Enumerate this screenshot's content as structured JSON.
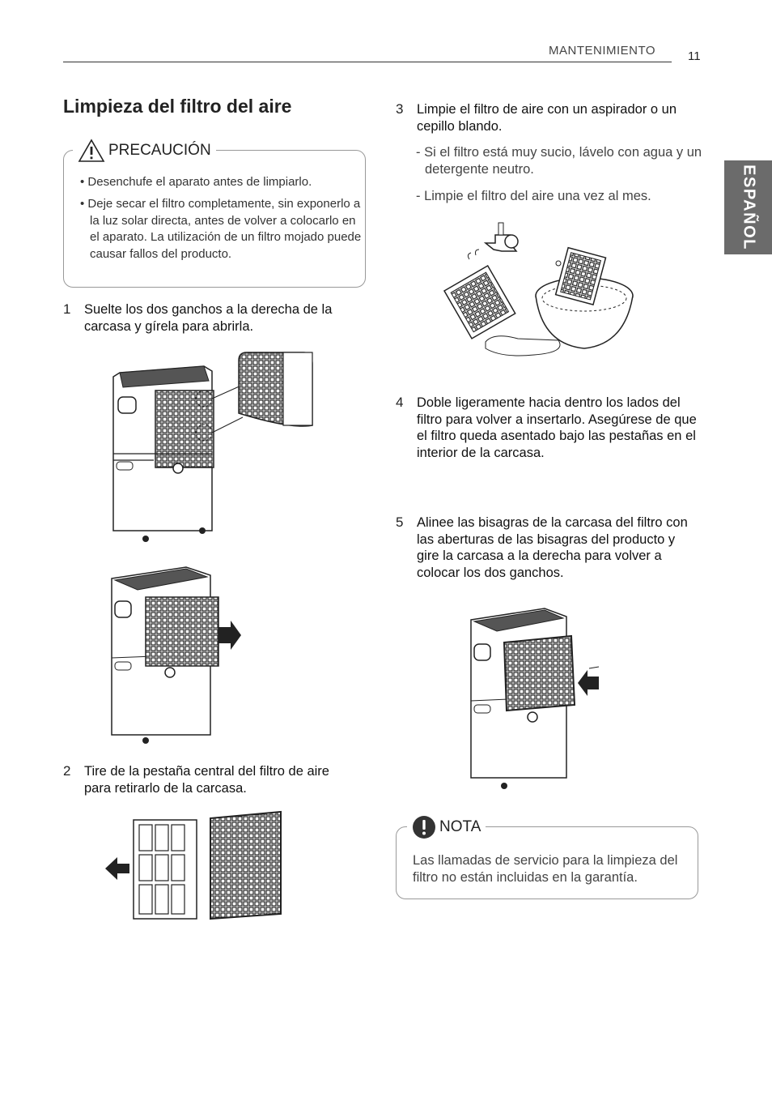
{
  "header": {
    "section": "MANTENIMIENTO",
    "page_number": "11"
  },
  "side_tab": {
    "label": "ESPAÑOL"
  },
  "title": "Limpieza del filtro del aire",
  "caution": {
    "label": "PRECAUCIÓN",
    "items": [
      "• Desenchufe el aparato antes de limpiarlo.",
      "• Deje secar el filtro completamente, sin exponerlo a la luz solar directa, antes de volver a colocarlo en el aparato. La utilización de un filtro mojado puede causar fallos del producto."
    ]
  },
  "steps": [
    {
      "num": "1",
      "text": "Suelte los dos ganchos a la derecha de la carcasa y gírela para abrirla."
    },
    {
      "num": "2",
      "text": "Tire de la pestaña central del filtro de aire para retirarlo de la carcasa."
    },
    {
      "num": "3",
      "text": "Limpie el filtro de aire con un aspirador o un cepillo blando.",
      "notes": [
        "- Si el filtro está muy sucio, lávelo con agua y un detergente neutro.",
        "- Limpie el filtro del aire una vez al mes."
      ]
    },
    {
      "num": "4",
      "text": "Doble ligeramente hacia dentro los lados del filtro para volver a insertarlo. Asegúrese de que el filtro queda asentado bajo las pestañas en el interior de la carcasa."
    },
    {
      "num": "5",
      "text": "Alinee las bisagras de la carcasa del filtro con las aberturas de las bisagras del producto y gire la carcasa a la derecha para volver a colocar los dos ganchos."
    }
  ],
  "note": {
    "label": "NOTA",
    "text": "Las llamadas de servicio para la limpieza del filtro no están incluidas en la garantía."
  },
  "icons": {
    "caution": "warning-triangle-icon",
    "note": "exclamation-circle-icon"
  }
}
